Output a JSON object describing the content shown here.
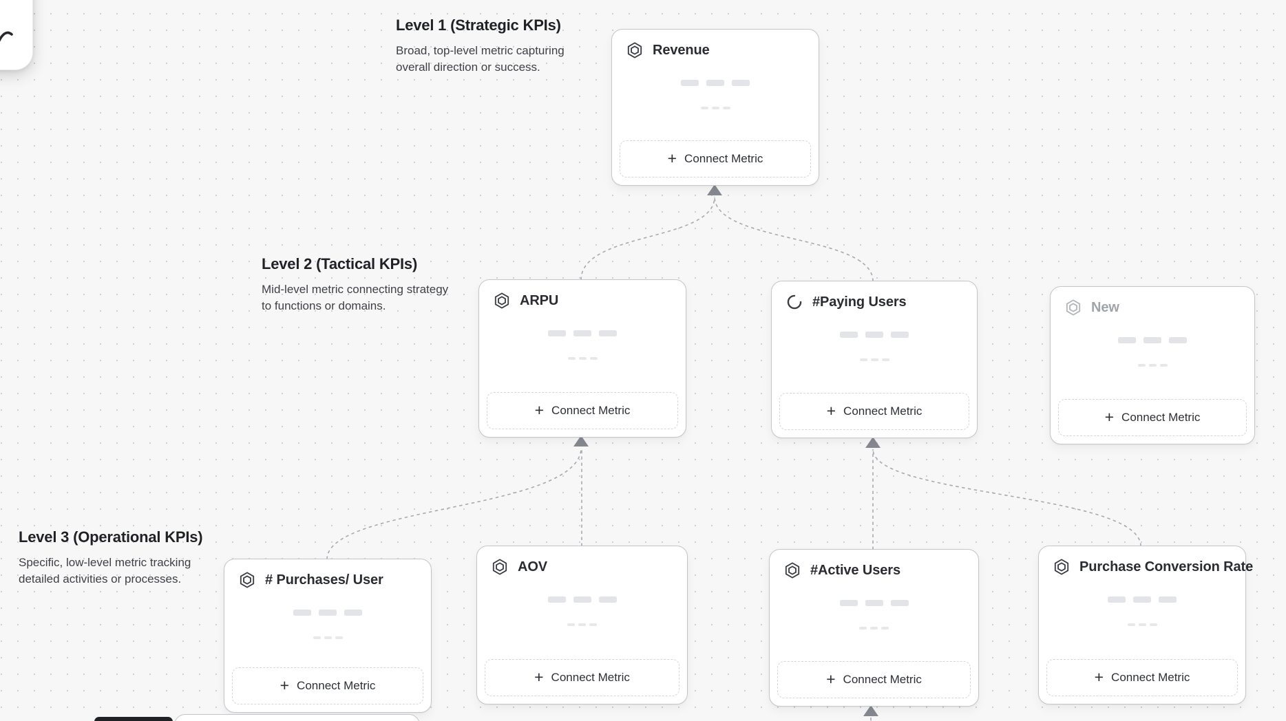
{
  "levels": [
    {
      "title": "Level 1 (Strategic KPIs)",
      "description": "Broad, top-level metric capturing overall direction or success."
    },
    {
      "title": "Level 2 (Tactical KPIs)",
      "description": "Mid-level metric connecting strategy to functions or domains."
    },
    {
      "title": "Level 3 (Operational KPIs)",
      "description": "Specific, low-level metric tracking detailed activities or processes."
    }
  ],
  "cards": [
    {
      "title": "Revenue",
      "icon": "metric-hexagon",
      "state": "default"
    },
    {
      "title": "ARPU",
      "icon": "metric-hexagon",
      "state": "default"
    },
    {
      "title": "#Paying Users",
      "icon": "spinner",
      "state": "loading"
    },
    {
      "title": "New",
      "icon": "metric-hexagon",
      "state": "draft"
    },
    {
      "title": "# Purchases/ User",
      "icon": "metric-hexagon",
      "state": "default"
    },
    {
      "title": "AOV",
      "icon": "metric-hexagon",
      "state": "default"
    },
    {
      "title": "#Active Users",
      "icon": "metric-hexagon",
      "state": "default"
    },
    {
      "title": "Purchase Conversion Rate",
      "icon": "metric-hexagon",
      "state": "default"
    }
  ],
  "ui": {
    "connect_metric_label": "Connect Metric",
    "plus_glyph": "+"
  },
  "colors": {
    "canvas_bg": "#f7f7f8",
    "grid_dot": "#cfd1d4",
    "card_border": "#c3c6cb",
    "connector": "#a6aaaf",
    "arrowhead": "#868a90",
    "title_text": "#2a2c31",
    "muted_title": "#a0a4a9",
    "toolbar_dark": "#1f2124"
  }
}
